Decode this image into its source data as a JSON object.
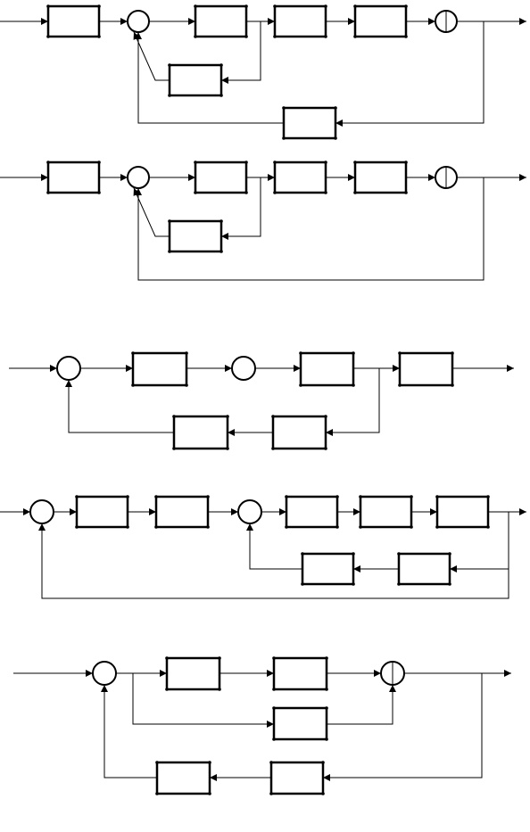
{
  "diagram": {
    "kind": "block-diagrams",
    "colors": {
      "ink": "#000000",
      "paper": "#ffffff"
    },
    "panels": [
      {
        "id": "d1",
        "blocks": 6,
        "summing_junctions": 2,
        "has_outer_feedback_block": true
      },
      {
        "id": "d2",
        "blocks": 5,
        "summing_junctions": 2,
        "has_outer_feedback_block": false
      },
      {
        "id": "d3",
        "blocks": 5,
        "summing_junctions": 2
      },
      {
        "id": "d4",
        "blocks": 7,
        "summing_junctions": 2
      },
      {
        "id": "d5",
        "blocks": 5,
        "summing_junctions": 2
      }
    ]
  }
}
